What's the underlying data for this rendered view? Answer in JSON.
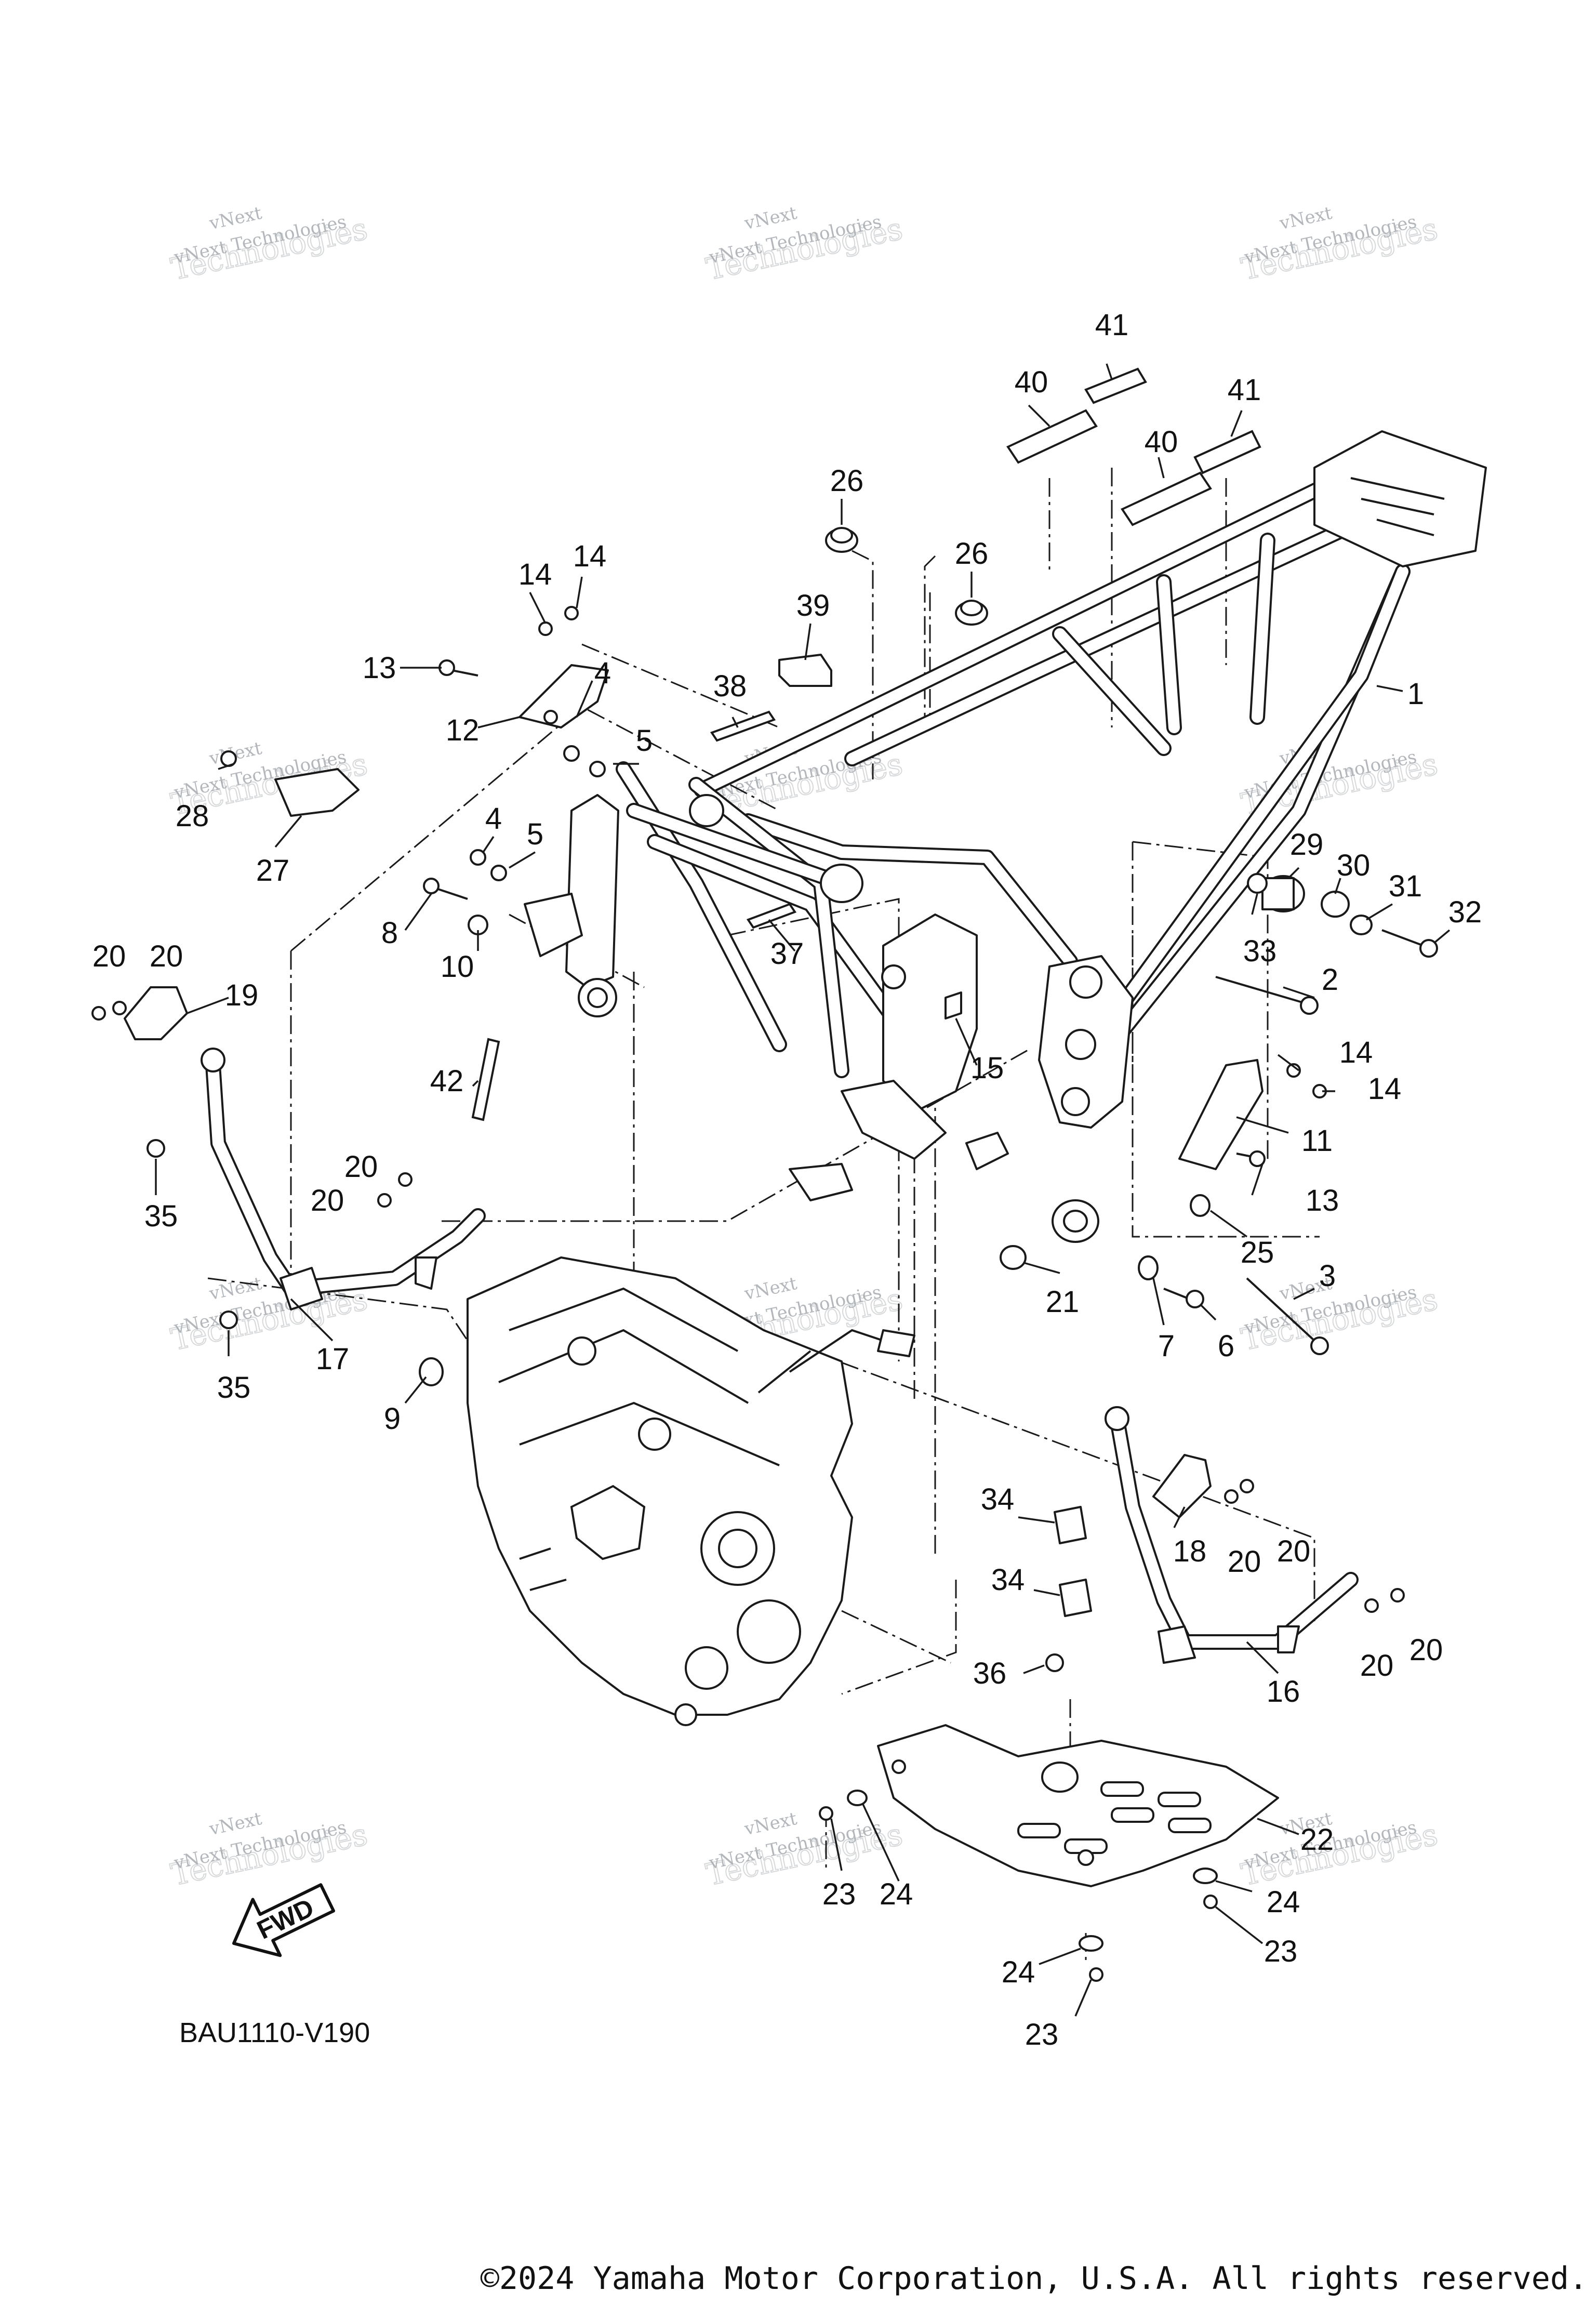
{
  "diagram": {
    "code": "BAU1110-V190",
    "fwd_label": "FWD",
    "copyright": "©2024 Yamaha Motor Corporation, U.S.A. All rights reserved.",
    "watermark": {
      "line1": "vNext",
      "line2": "Technologies",
      "line3": "vNext Technologies"
    },
    "callouts": [
      "1",
      "2",
      "3",
      "4",
      "4",
      "5",
      "5",
      "6",
      "7",
      "8",
      "9",
      "10",
      "11",
      "12",
      "13",
      "13",
      "14",
      "14",
      "14",
      "14",
      "15",
      "16",
      "17",
      "18",
      "19",
      "20",
      "20",
      "20",
      "20",
      "20",
      "20",
      "20",
      "20",
      "21",
      "22",
      "23",
      "23",
      "23",
      "24",
      "24",
      "24",
      "25",
      "26",
      "26",
      "27",
      "28",
      "29",
      "30",
      "31",
      "32",
      "33",
      "34",
      "34",
      "35",
      "35",
      "36",
      "37",
      "38",
      "39",
      "40",
      "40",
      "41",
      "41",
      "42"
    ]
  }
}
